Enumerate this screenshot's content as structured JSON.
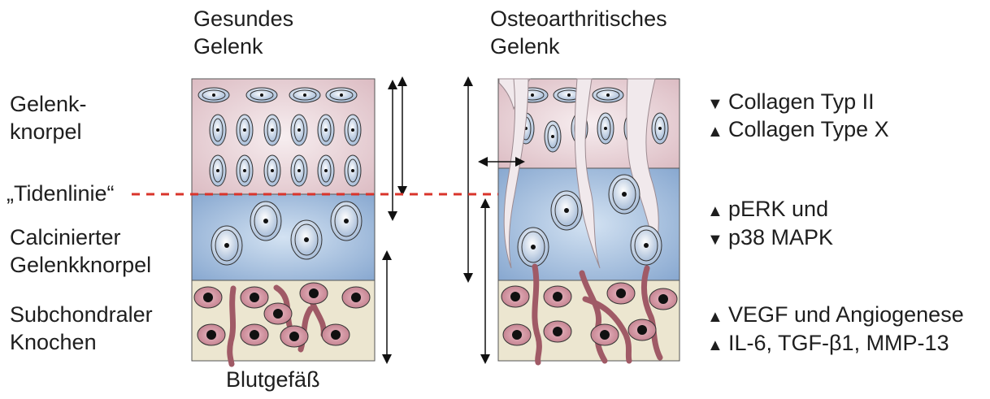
{
  "headers": {
    "healthy": "Gesundes\nGelenk",
    "oa": "Osteoarthritisches\nGelenk"
  },
  "layers": {
    "cartilage": "Gelenk-\nknorpel",
    "tideline": "„Tidenlinie“",
    "calcified": "Calcinierter\nGelenkknorpel",
    "bone": "Subchondraler\nKnochen"
  },
  "vessel_label": "Blutgefäß",
  "changes": [
    {
      "marker": "▼",
      "text": "Collagen Typ II"
    },
    {
      "marker": "▲",
      "text": "Collagen Type X"
    },
    {
      "marker": "▲",
      "text": "pERK und"
    },
    {
      "marker": "▼",
      "text": "p38 MAPK"
    },
    {
      "marker": "▲",
      "text": "VEGF und Angiogenese"
    },
    {
      "marker": "▲",
      "text": "IL-6, TGF-β1, MMP-13"
    }
  ],
  "colors": {
    "cartilage": "#ecd3d8",
    "calcified": "#a9c3e2",
    "bone": "#ece6d0",
    "vessel": "#a05a66",
    "tideline": "#d9342b",
    "fissure": "#f1e9ec"
  }
}
